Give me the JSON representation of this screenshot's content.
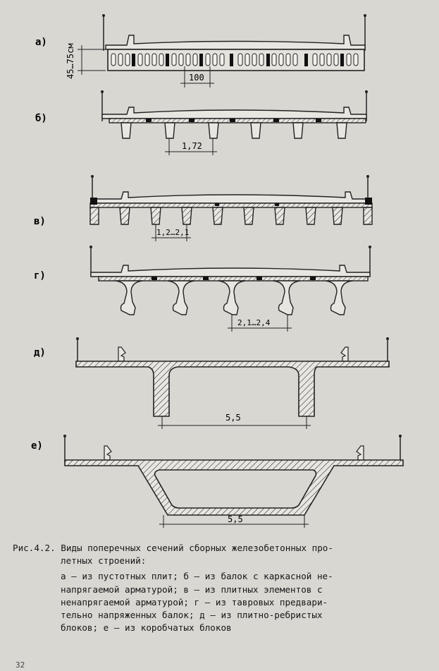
{
  "figure": {
    "sections": [
      {
        "id": "a",
        "label": "а)",
        "dimension": "100",
        "height_dimension": "45…75см"
      },
      {
        "id": "b",
        "label": "б)",
        "dimension": "1,72"
      },
      {
        "id": "v",
        "label": "в)",
        "dimension": "1,2…2,1"
      },
      {
        "id": "g",
        "label": "г)",
        "dimension": "2,1…2,4"
      },
      {
        "id": "d",
        "label": "д)",
        "dimension": "5,5"
      },
      {
        "id": "e",
        "label": "е)",
        "dimension": "5,5"
      }
    ]
  },
  "caption": {
    "number": "Рис.4.2.",
    "title_line1": "Виды поперечных сечений сборных железобетонных про-",
    "title_line2": "летных строений:",
    "body_lines": [
      "а – из пустотных плит; б – из балок с каркасной не-",
      "напрягаемой арматурой; в – из плитных элементов с",
      "ненапрягаемой арматурой; г – из тавровых предвари-",
      "тельно напряженных балок; д – из плитно-ребристых",
      "блоков; е – из коробчатых блоков"
    ]
  },
  "page_number": "32"
}
